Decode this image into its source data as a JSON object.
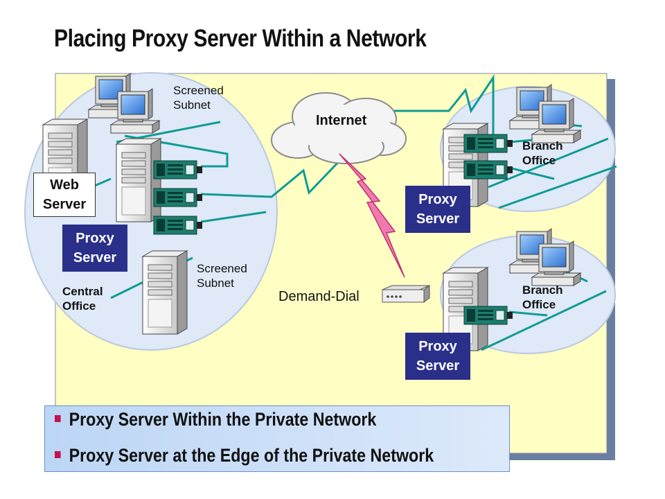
{
  "title": "Placing Proxy Server Within a Network",
  "labels": {
    "screened_subnet_top": [
      "Screened",
      "Subnet"
    ],
    "screened_subnet_bottom": [
      "Screened",
      "Subnet"
    ],
    "internet": "Internet",
    "web_server": [
      "Web",
      "Server"
    ],
    "proxy_server_central": [
      "Proxy",
      "Server"
    ],
    "central_office": [
      "Central",
      "Office"
    ],
    "demand_dial": "Demand-Dial",
    "proxy_server_branch1": [
      "Proxy",
      "Server"
    ],
    "proxy_server_branch2": [
      "Proxy",
      "Server"
    ],
    "branch_office_1": [
      "Branch",
      "Office"
    ],
    "branch_office_2": [
      "Branch",
      "Office"
    ]
  },
  "bullets": [
    "Proxy Server Within the Private Network",
    "Proxy Server at the Edge of the Private Network"
  ],
  "colors": {
    "panel_bg": "#ffffc4",
    "bubble": "#dfe9f7",
    "network_line": "#0f9b94",
    "label_box": "#2a2f8a",
    "bullet_marker": "#c8104e",
    "lightning": "#e0408a"
  },
  "icons": [
    "desktop-computer-icon",
    "server-tower-icon",
    "network-card-icon",
    "cloud-icon",
    "modem-icon",
    "lightning-icon"
  ]
}
